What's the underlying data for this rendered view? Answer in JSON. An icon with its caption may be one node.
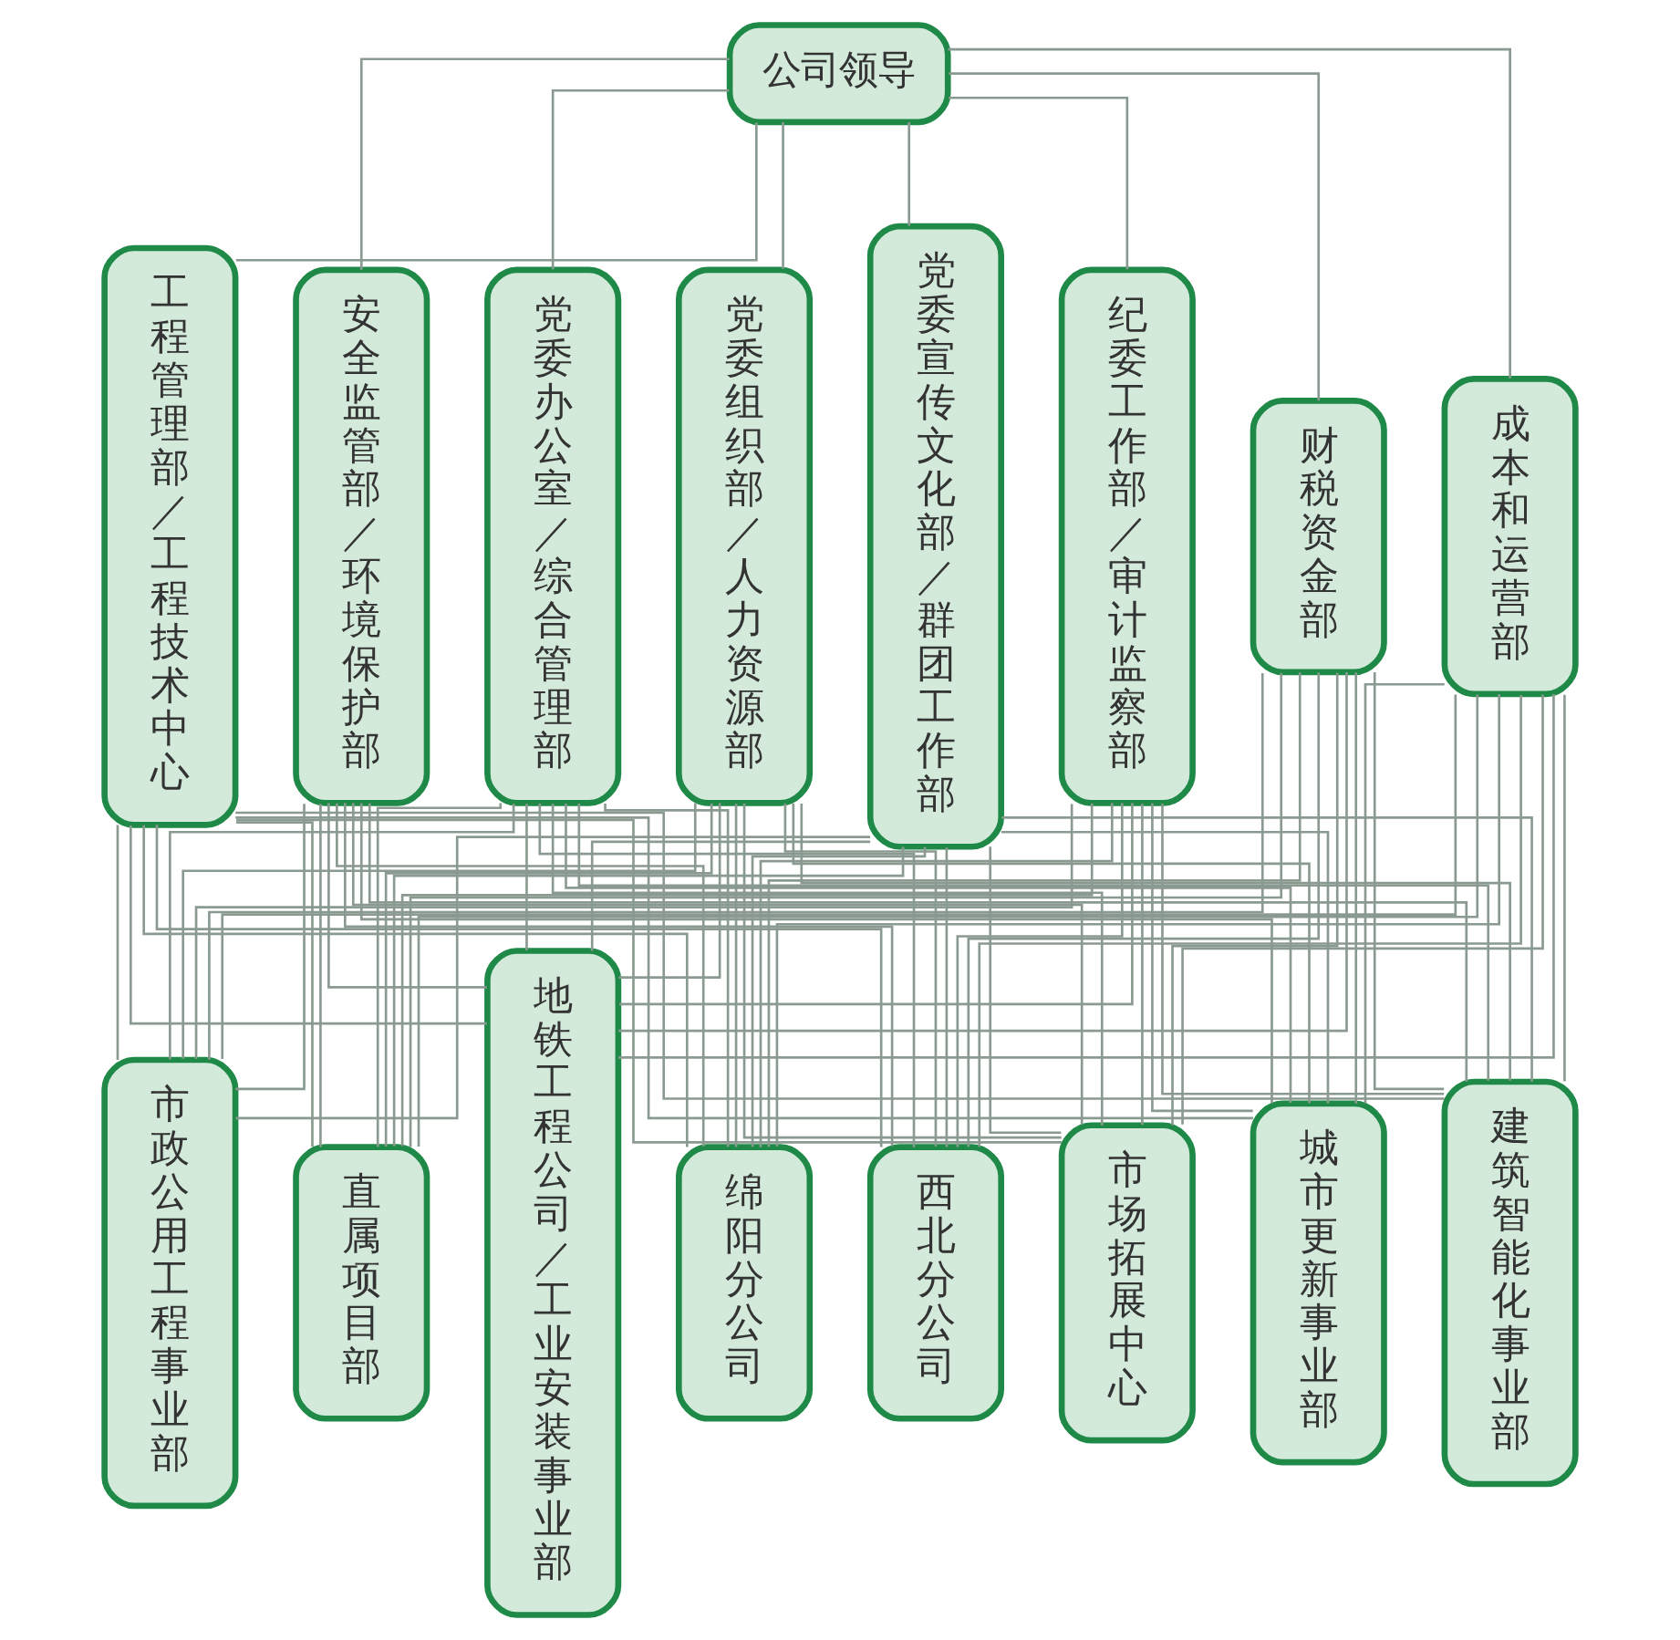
{
  "diagram": {
    "nodes": [
      {
        "text": [
          "公司领导"
        ]
      },
      {
        "text": [
          "党委办公室／综合管理部"
        ]
      },
      {
        "text": [
          "党委组织部／人力资源部"
        ]
      },
      {
        "text": [
          "党委宣传文化部／群团工作部"
        ]
      },
      {
        "text": [
          "纪委工作部／审计监察部"
        ]
      },
      {
        "text": [
          "财税资金部"
        ]
      },
      {
        "text": [
          "成本和运营部"
        ]
      },
      {
        "text": [
          "工程管理部／工程技术中心"
        ]
      },
      {
        "text": [
          "安全监管部／环境保护部"
        ]
      },
      {
        "text": [
          "地铁工程公司／工业安装事业部"
        ]
      },
      {
        "text": [
          "绵阳分公司"
        ]
      },
      {
        "text": [
          "西北分公司"
        ]
      },
      {
        "text": [
          "市场拓展中心"
        ]
      },
      {
        "text": [
          "城市更新事业部"
        ]
      },
      {
        "text": [
          "建筑智能化事业部"
        ]
      },
      {
        "text": [
          "市政公用工程事业部"
        ]
      },
      {
        "text": [
          "直属项目部"
        ]
      }
    ],
    "edges": [
      {
        "from": 0,
        "to": 1,
        "arrow": "none"
      },
      {
        "from": 0,
        "to": 2,
        "arrow": "none"
      },
      {
        "from": 0,
        "to": 3,
        "arrow": "none"
      },
      {
        "from": 0,
        "to": 4,
        "arrow": "none"
      },
      {
        "from": 0,
        "to": 5,
        "arrow": "none"
      },
      {
        "from": 0,
        "to": 6,
        "arrow": "none"
      },
      {
        "from": 0,
        "to": 7,
        "arrow": "none"
      },
      {
        "from": 0,
        "to": 8,
        "arrow": "none"
      },
      {
        "from": 1,
        "to": 9,
        "arrow": "none"
      },
      {
        "from": 1,
        "to": 10,
        "arrow": "none"
      },
      {
        "from": 1,
        "to": 11,
        "arrow": "none"
      },
      {
        "from": 1,
        "to": 12,
        "arrow": "none"
      },
      {
        "from": 1,
        "to": 13,
        "arrow": "none"
      },
      {
        "from": 1,
        "to": 14,
        "arrow": "none"
      },
      {
        "from": 1,
        "to": 15,
        "arrow": "none"
      },
      {
        "from": 1,
        "to": 16,
        "arrow": "none"
      },
      {
        "from": 2,
        "to": 9,
        "arrow": "none"
      },
      {
        "from": 2,
        "to": 10,
        "arrow": "none"
      },
      {
        "from": 2,
        "to": 11,
        "arrow": "none"
      },
      {
        "from": 2,
        "to": 12,
        "arrow": "none"
      },
      {
        "from": 2,
        "to": 13,
        "arrow": "none"
      },
      {
        "from": 2,
        "to": 14,
        "arrow": "none"
      },
      {
        "from": 2,
        "to": 15,
        "arrow": "none"
      },
      {
        "from": 2,
        "to": 16,
        "arrow": "none"
      },
      {
        "from": 3,
        "to": 9,
        "arrow": "none"
      },
      {
        "from": 3,
        "to": 10,
        "arrow": "none"
      },
      {
        "from": 3,
        "to": 11,
        "arrow": "none"
      },
      {
        "from": 3,
        "to": 12,
        "arrow": "none"
      },
      {
        "from": 3,
        "to": 13,
        "arrow": "none"
      },
      {
        "from": 3,
        "to": 14,
        "arrow": "none"
      },
      {
        "from": 3,
        "to": 15,
        "arrow": "none"
      },
      {
        "from": 3,
        "to": 16,
        "arrow": "none"
      },
      {
        "from": 4,
        "to": 9,
        "arrow": "none"
      },
      {
        "from": 4,
        "to": 10,
        "arrow": "none"
      },
      {
        "from": 4,
        "to": 11,
        "arrow": "none"
      },
      {
        "from": 4,
        "to": 12,
        "arrow": "none"
      },
      {
        "from": 4,
        "to": 13,
        "arrow": "none"
      },
      {
        "from": 4,
        "to": 14,
        "arrow": "none"
      },
      {
        "from": 4,
        "to": 15,
        "arrow": "none"
      },
      {
        "from": 4,
        "to": 16,
        "arrow": "none"
      },
      {
        "from": 5,
        "to": 9,
        "arrow": "none"
      },
      {
        "from": 5,
        "to": 10,
        "arrow": "none"
      },
      {
        "from": 5,
        "to": 11,
        "arrow": "none"
      },
      {
        "from": 5,
        "to": 12,
        "arrow": "none"
      },
      {
        "from": 5,
        "to": 13,
        "arrow": "none"
      },
      {
        "from": 5,
        "to": 14,
        "arrow": "none"
      },
      {
        "from": 5,
        "to": 15,
        "arrow": "none"
      },
      {
        "from": 5,
        "to": 16,
        "arrow": "none"
      },
      {
        "from": 6,
        "to": 9,
        "arrow": "none"
      },
      {
        "from": 6,
        "to": 10,
        "arrow": "none"
      },
      {
        "from": 6,
        "to": 11,
        "arrow": "none"
      },
      {
        "from": 6,
        "to": 12,
        "arrow": "none"
      },
      {
        "from": 6,
        "to": 13,
        "arrow": "none"
      },
      {
        "from": 6,
        "to": 14,
        "arrow": "none"
      },
      {
        "from": 6,
        "to": 15,
        "arrow": "none"
      },
      {
        "from": 6,
        "to": 16,
        "arrow": "none"
      },
      {
        "from": 7,
        "to": 9,
        "arrow": "none"
      },
      {
        "from": 7,
        "to": 10,
        "arrow": "none"
      },
      {
        "from": 7,
        "to": 11,
        "arrow": "none"
      },
      {
        "from": 7,
        "to": 12,
        "arrow": "none"
      },
      {
        "from": 7,
        "to": 13,
        "arrow": "none"
      },
      {
        "from": 7,
        "to": 14,
        "arrow": "none"
      },
      {
        "from": 7,
        "to": 15,
        "arrow": "none"
      },
      {
        "from": 7,
        "to": 16,
        "arrow": "none"
      },
      {
        "from": 8,
        "to": 9,
        "arrow": "none"
      },
      {
        "from": 8,
        "to": 10,
        "arrow": "none"
      },
      {
        "from": 8,
        "to": 11,
        "arrow": "none"
      },
      {
        "from": 8,
        "to": 12,
        "arrow": "none"
      },
      {
        "from": 8,
        "to": 13,
        "arrow": "none"
      },
      {
        "from": 8,
        "to": 14,
        "arrow": "none"
      },
      {
        "from": 8,
        "to": 15,
        "arrow": "none"
      },
      {
        "from": 8,
        "to": 16,
        "arrow": "none"
      }
    ]
  }
}
